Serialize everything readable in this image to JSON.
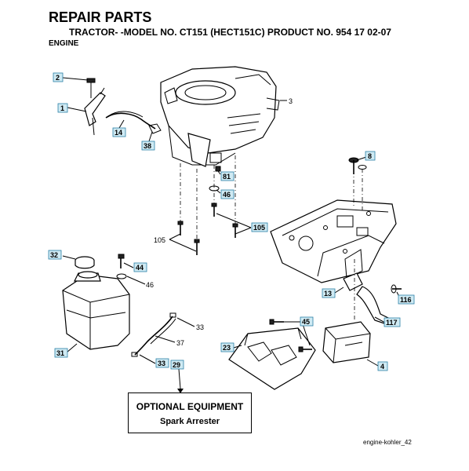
{
  "header": {
    "title": "REPAIR PARTS",
    "model_line": "TRACTOR- -MODEL NO. CT151 (HECT151C) PRODUCT NO. 954 17 02-07",
    "section": "ENGINE"
  },
  "optional_box": {
    "heading": "OPTIONAL EQUIPMENT",
    "item": "Spark Arrester"
  },
  "drawing_ref": "engine-kohler_42",
  "callouts": {
    "c2": "2",
    "c1": "1",
    "c14": "14",
    "c38": "38",
    "c3": "3",
    "c81": "81",
    "c46a": "46",
    "c105a": "105",
    "c105b": "105",
    "c8": "8",
    "c32": "32",
    "c44": "44",
    "c46b": "46",
    "c31": "31",
    "c33a": "33",
    "c37": "37",
    "c33b": "33",
    "c29": "29",
    "c23": "23",
    "c45": "45",
    "c13": "13",
    "c116": "116",
    "c117": "117",
    "c4": "4"
  },
  "colors": {
    "callout_fill": "#cfeaf3",
    "callout_border": "#2a7fa6",
    "line": "#000000"
  }
}
